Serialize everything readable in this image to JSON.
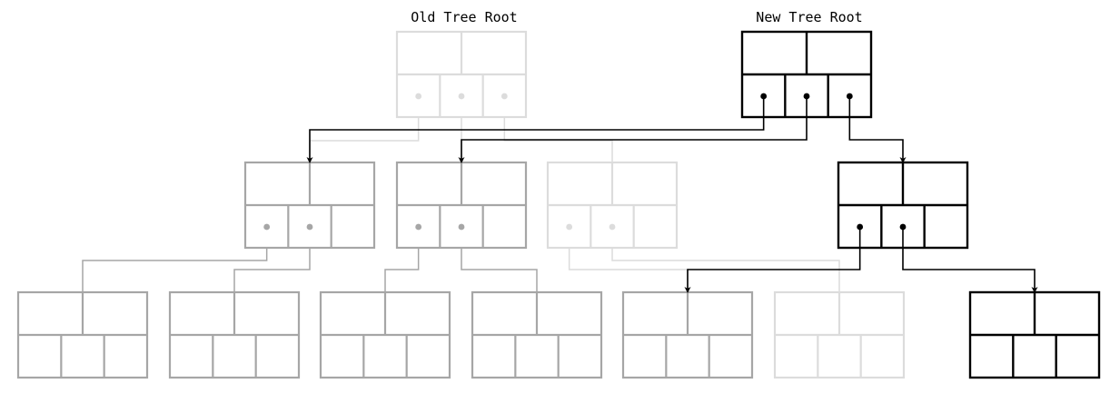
{
  "labels": {
    "old_root": "Old Tree Root",
    "new_root": "New Tree Root"
  },
  "colors": {
    "old_version": "#dcdcdc",
    "shared": "#a6a6a6",
    "new_version": "#000000",
    "background": "#ffffff"
  },
  "node_states": {
    "old_root": "old",
    "new_root": "new",
    "level1": [
      "shared",
      "shared",
      "old",
      "new"
    ],
    "level2": [
      "shared",
      "shared",
      "shared",
      "shared",
      "shared",
      "old",
      "new"
    ]
  }
}
